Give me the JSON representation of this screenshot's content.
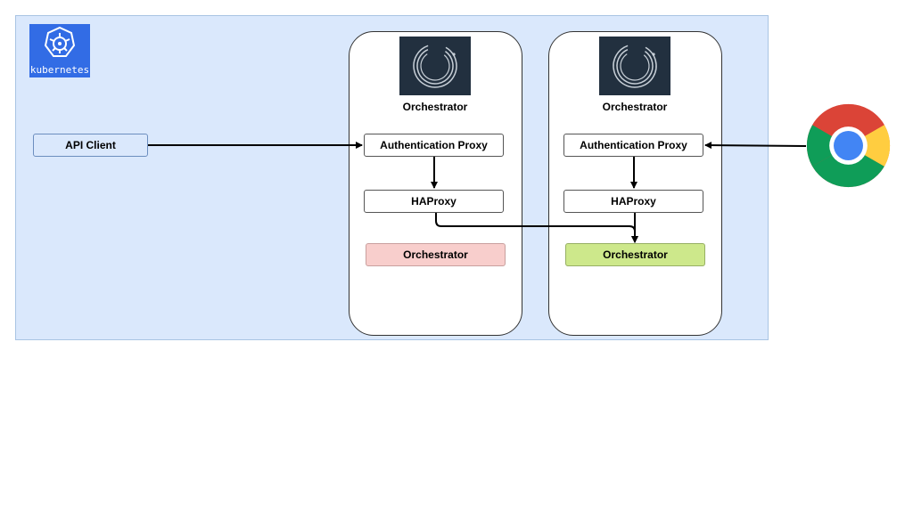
{
  "cluster": {
    "logo_text": "kubernetes",
    "logo_icon": "kubernetes-wheel-icon"
  },
  "client": {
    "label": "API Client"
  },
  "pods": [
    {
      "caption": "Orchestrator",
      "logo_icon": "orchestrator-logo-icon",
      "auth_proxy": "Authentication Proxy",
      "haproxy": "HAProxy",
      "orchestrator": "Orchestrator",
      "orchestrator_color": "#f8cecc"
    },
    {
      "caption": "Orchestrator",
      "logo_icon": "orchestrator-logo-icon",
      "auth_proxy": "Authentication Proxy",
      "haproxy": "HAProxy",
      "orchestrator": "Orchestrator",
      "orchestrator_color": "#cde88b"
    }
  ],
  "browser": {
    "icon": "chrome-browser-icon"
  },
  "colors": {
    "cluster_bg": "#dae8fc",
    "k8s_blue": "#326ce5",
    "orchestrator_logo_bg": "#22303f"
  }
}
